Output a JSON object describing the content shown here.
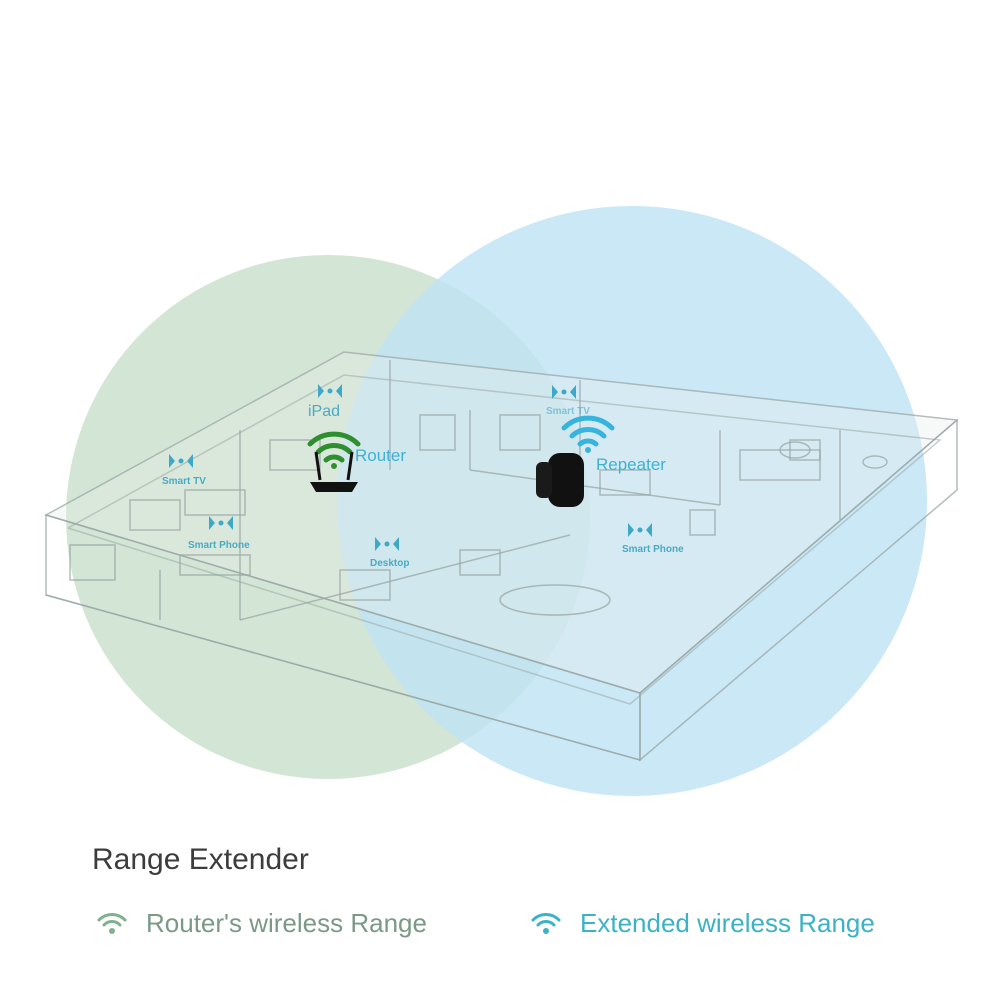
{
  "diagram": {
    "router_label": "Router",
    "repeater_label": "Repeater",
    "device_labels": {
      "ipad": "iPad",
      "smart_tv_left": "Smart TV",
      "smart_phone_left": "Smart Phone",
      "desktop": "Desktop",
      "smart_tv_right": "Smart TV",
      "smart_phone_right": "Smart Phone"
    }
  },
  "legend": {
    "title": "Range Extender",
    "router_range_label": "Router's wireless Range",
    "extended_range_label": "Extended wireless Range"
  },
  "colors": {
    "router_range": "#cfe1d0",
    "extended_range": "#bfe4f6",
    "router_wifi": "#2f8f2f",
    "repeater_wifi": "#35b5dd",
    "legend_router": "#7a9a87",
    "legend_extended": "#3bb2c6"
  },
  "icons": {
    "router_wifi": "wifi-icon",
    "repeater_wifi": "wifi-icon",
    "device_signal": "signal-arrows-icon"
  }
}
